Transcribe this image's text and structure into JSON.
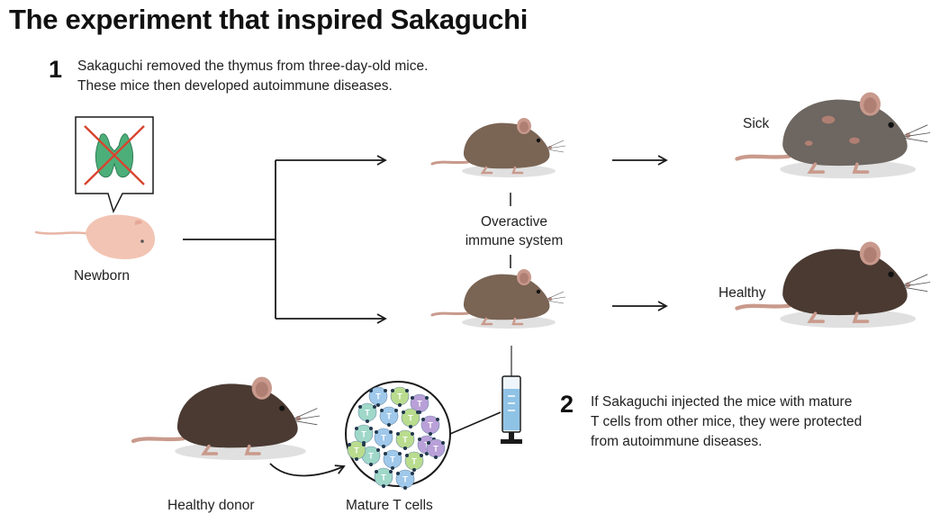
{
  "title": "The experiment that inspired Sakaguchi",
  "step1": {
    "number": "1",
    "lines": [
      "Sakaguchi removed the thymus from three-day-old mice.",
      "These mice then developed autoimmune diseases."
    ]
  },
  "step2": {
    "number": "2",
    "lines": [
      "If Sakaguchi injected the mice with mature",
      "T cells from other mice, they were protected",
      "from autoimmune diseases."
    ]
  },
  "labels": {
    "newborn": "Newborn",
    "overactive": [
      "Overactive",
      "immune system"
    ],
    "sick": "Sick",
    "healthy": "Healthy",
    "donor": "Healthy donor",
    "tcells": "Mature T cells"
  },
  "cell_letter": "T",
  "colors": {
    "mouse_brown": "#7a6454",
    "mouse_dark": "#4a3a32",
    "mouse_sick": "#6e6660",
    "ear_pink": "#c8998c",
    "newborn_pink": "#f2c4b4",
    "thymus_green": "#4caf7a",
    "cross_red": "#d9442f",
    "syringe_blue": "#8fc3e6",
    "cell_blue": "#9fc8ea",
    "cell_green": "#b9dc8e",
    "cell_purple": "#b9a0d8",
    "cell_teal": "#9fd8c8"
  }
}
